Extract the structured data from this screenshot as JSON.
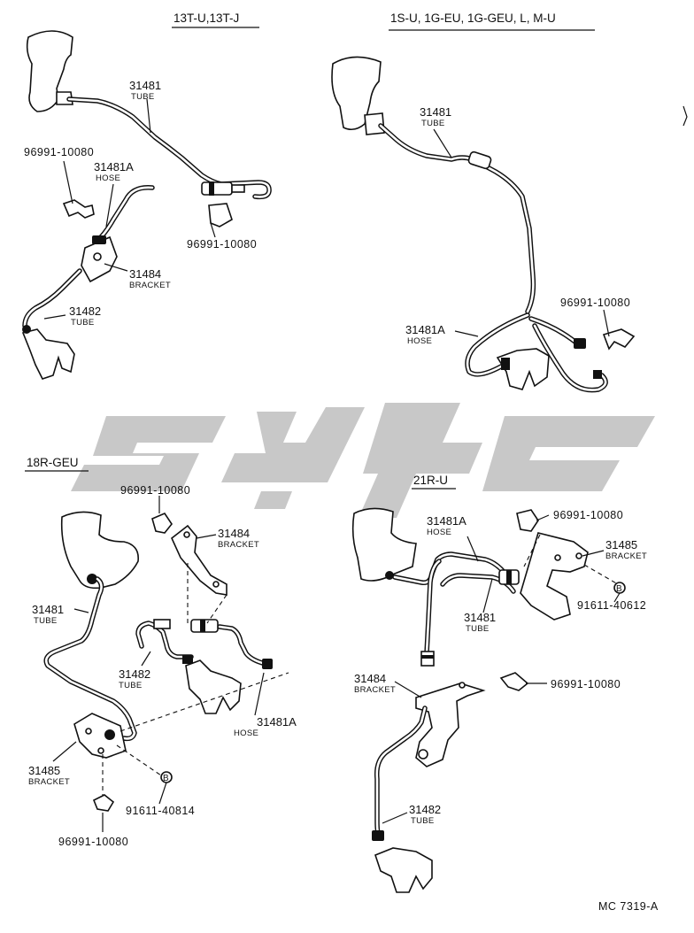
{
  "sections": {
    "top_left": {
      "header": "13T-U,13T-J",
      "labels": [
        {
          "num": "31481",
          "sub": "TUBE"
        },
        {
          "num": "96991-10080",
          "sub": ""
        },
        {
          "num": "31481A",
          "sub": "HOSE"
        },
        {
          "num": "96991-10080",
          "sub": ""
        },
        {
          "num": "31484",
          "sub": "BRACKET"
        },
        {
          "num": "31482",
          "sub": "TUBE"
        }
      ]
    },
    "top_right": {
      "header": "1S-U, 1G-EU, 1G-GEU, L, M-U",
      "labels": [
        {
          "num": "31481",
          "sub": "TUBE"
        },
        {
          "num": "96991-10080",
          "sub": ""
        },
        {
          "num": "31481A",
          "sub": "HOSE"
        }
      ]
    },
    "bottom_left": {
      "header": "18R-GEU",
      "labels": [
        {
          "num": "96991-10080",
          "sub": ""
        },
        {
          "num": "31484",
          "sub": "BRACKET"
        },
        {
          "num": "31481",
          "sub": "TUBE"
        },
        {
          "num": "31482",
          "sub": "TUBE"
        },
        {
          "num": "31481A",
          "sub": "HOSE"
        },
        {
          "num": "31485",
          "sub": "BRACKET"
        },
        {
          "num": "91611-40814",
          "sub": ""
        },
        {
          "num": "96991-10080",
          "sub": ""
        }
      ]
    },
    "bottom_right": {
      "header": "21R-U",
      "labels": [
        {
          "num": "31481A",
          "sub": "HOSE"
        },
        {
          "num": "96991-10080",
          "sub": ""
        },
        {
          "num": "31485",
          "sub": "BRACKET"
        },
        {
          "num": "91611-40612",
          "sub": ""
        },
        {
          "num": "31481",
          "sub": "TUBE"
        },
        {
          "num": "31484",
          "sub": "BRACKET"
        },
        {
          "num": "96991-10080",
          "sub": ""
        },
        {
          "num": "31482",
          "sub": "TUBE"
        }
      ]
    }
  },
  "marker_letter": "B",
  "footer_code": "MC 7319-A",
  "watermark_color": "#c8c8c8"
}
